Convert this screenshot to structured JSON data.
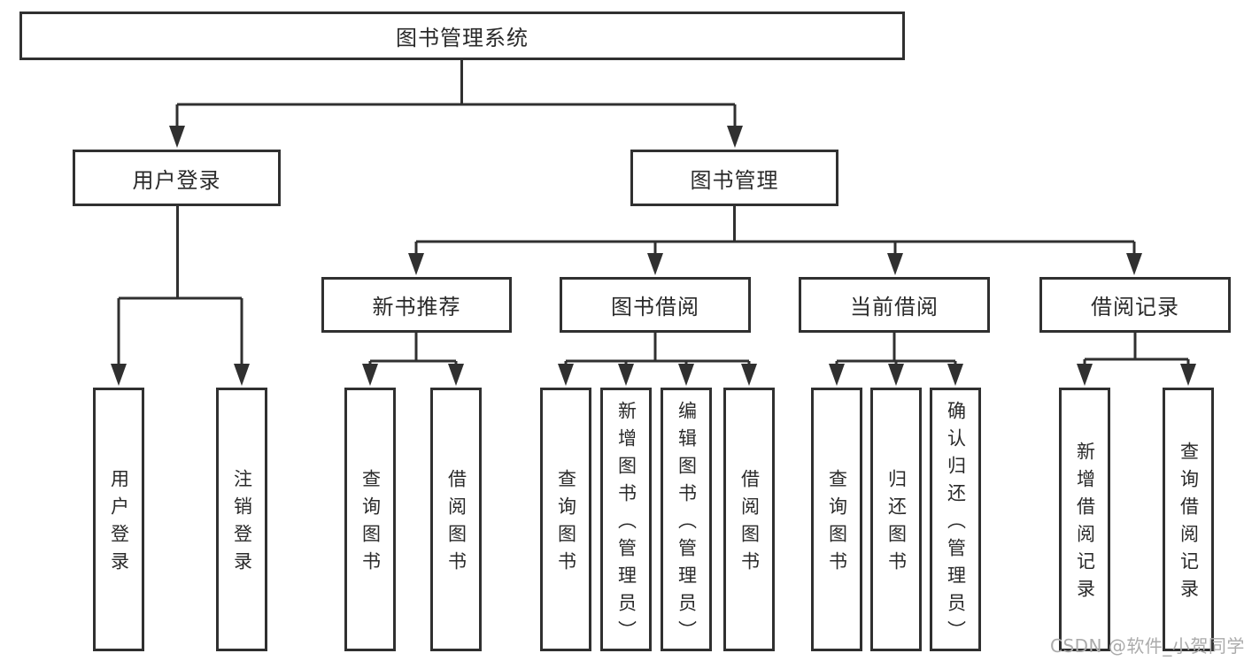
{
  "diagram": {
    "title": "图书管理系统",
    "tree": {
      "root": {
        "label": "图书管理系统",
        "children": [
          {
            "label": "用户登录",
            "children": [
              {
                "label": "用户登录"
              },
              {
                "label": "注销登录"
              }
            ]
          },
          {
            "label": "图书管理",
            "children": [
              {
                "label": "新书推荐",
                "children": [
                  {
                    "label": "查询图书"
                  },
                  {
                    "label": "借阅图书"
                  }
                ]
              },
              {
                "label": "图书借阅",
                "children": [
                  {
                    "label": "查询图书"
                  },
                  {
                    "label": "新增图书（管理员）"
                  },
                  {
                    "label": "编辑图书（管理员）"
                  },
                  {
                    "label": "借阅图书"
                  }
                ]
              },
              {
                "label": "当前借阅",
                "children": [
                  {
                    "label": "查询图书"
                  },
                  {
                    "label": "归还图书"
                  },
                  {
                    "label": "确认归还（管理员）"
                  }
                ]
              },
              {
                "label": "借阅记录",
                "children": [
                  {
                    "label": "新增借阅记录"
                  },
                  {
                    "label": "查询借阅记录"
                  }
                ]
              }
            ]
          }
        ]
      }
    },
    "colors": {
      "line": "#303030",
      "text": "#2a2a2a",
      "background": "#ffffff",
      "watermark_text": "#ababab"
    },
    "watermark": "CSDN @软件_小贺同学"
  }
}
